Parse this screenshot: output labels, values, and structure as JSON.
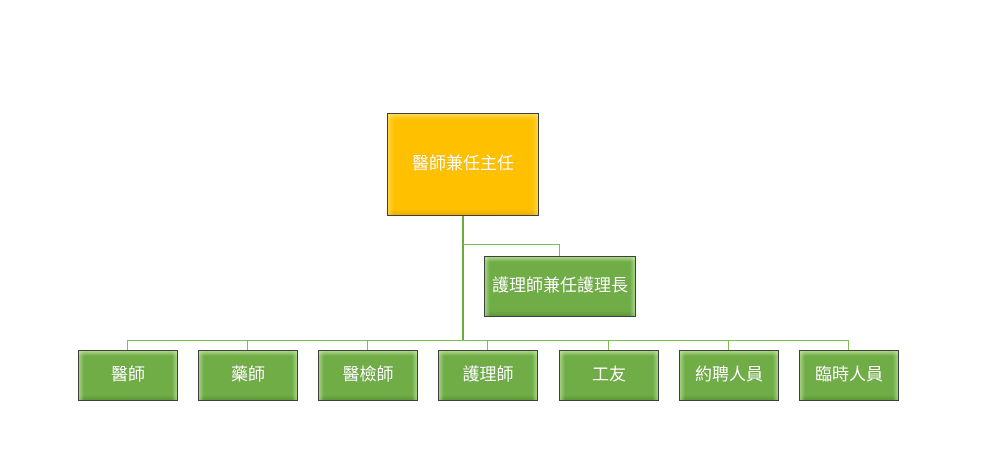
{
  "diagram": {
    "root": {
      "label": "醫師兼任主任",
      "color": "#ffc000"
    },
    "assistant": {
      "label": "護理師兼任護理長",
      "color": "#70ad47"
    },
    "children": [
      {
        "label": "醫師"
      },
      {
        "label": "藥師"
      },
      {
        "label": "醫檢師"
      },
      {
        "label": "護理師"
      },
      {
        "label": "工友"
      },
      {
        "label": "約聘人員"
      },
      {
        "label": "臨時人員"
      }
    ],
    "colors": {
      "child_fill": "#70ad47",
      "connector": "#7fbf52",
      "border": "#3f3f3f",
      "text": "#ffffff"
    }
  }
}
